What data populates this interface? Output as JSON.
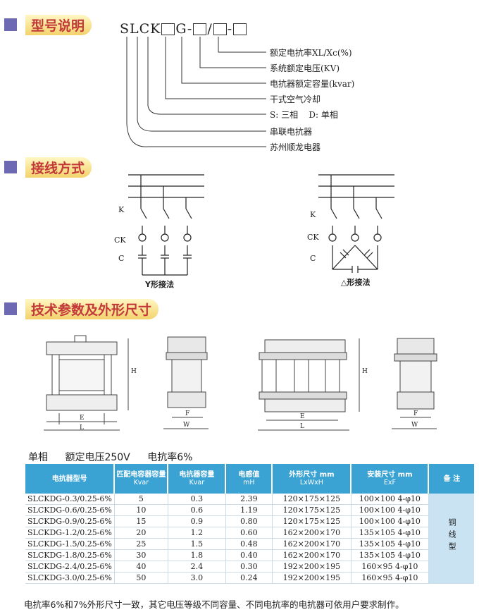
{
  "sections": {
    "model": "型号说明",
    "wiring": "接线方式",
    "specs": "技术参数及外形尺寸"
  },
  "model_code": {
    "prefix": "SLCK",
    "g": "G-",
    "slash": "/",
    "dash": "-"
  },
  "model_legend": [
    "额定电抗率XL/Xc(%)",
    "系统额定电压(KV)",
    "电抗器额定容量(kvar)",
    "干式空气冷却",
    "S: 三相    D: 单相",
    "串联电抗器",
    "苏州顺龙电器"
  ],
  "wiring": {
    "labels_left": [
      "K",
      "CK",
      "C"
    ],
    "labels_right": [
      "K",
      "CK",
      "C"
    ],
    "caption_y": "Y形接法",
    "caption_delta": "△形接法"
  },
  "dimension_labels": {
    "h": "H",
    "e": "E",
    "l": "L",
    "f": "F",
    "w": "W"
  },
  "spec_header": {
    "phase": "单相",
    "voltage": "额定电压250V",
    "reactance": "电抗率6%"
  },
  "table": {
    "columns": [
      {
        "label": "电抗器型号",
        "unit": ""
      },
      {
        "label": "匹配电容器容量",
        "unit": "Kvar"
      },
      {
        "label": "电抗器容量",
        "unit": "Kvar"
      },
      {
        "label": "电感值",
        "unit": "mH"
      },
      {
        "label": "外形尺寸 mm",
        "unit": "LxWxH"
      },
      {
        "label": "安装尺寸 mm",
        "unit": "ExF"
      },
      {
        "label": "备 注",
        "unit": ""
      }
    ],
    "rows": [
      [
        "SLCKDG-0.3/0.25-6%",
        "5",
        "0.3",
        "2.39",
        "120×175×125",
        "100×100  4-φ10"
      ],
      [
        "SLCKDG-0.6/0.25-6%",
        "10",
        "0.6",
        "1.19",
        "120×175×125",
        "100×100  4-φ10"
      ],
      [
        "SLCKDG-0.9/0.25-6%",
        "15",
        "0.9",
        "0.80",
        "120×175×125",
        "100×100  4-φ10"
      ],
      [
        "SLCKDG-1.2/0.25-6%",
        "20",
        "1.2",
        "0.60",
        "162×200×170",
        "135×105  4-φ10"
      ],
      [
        "SLCKDG-1.5/0.25-6%",
        "25",
        "1.5",
        "0.48",
        "162×200×170",
        "135×105  4-φ10"
      ],
      [
        "SLCKDG-1.8/0.25-6%",
        "30",
        "1.8",
        "0.40",
        "162×200×170",
        "135×105  4-φ10"
      ],
      [
        "SLCKDG-2.4/0.25-6%",
        "40",
        "2.4",
        "0.30",
        "192×200×195",
        "160×95  4-φ10"
      ],
      [
        "SLCKDG-3.0/0.25-6%",
        "50",
        "3.0",
        "0.24",
        "192×200×195",
        "160×95  4-φ10"
      ]
    ],
    "note": "铜线型"
  },
  "footer": "电抗率6%和7%外形尺寸一致，其它电压等级不同容量、不同电抗率的电抗器可依用户要求制作。"
}
